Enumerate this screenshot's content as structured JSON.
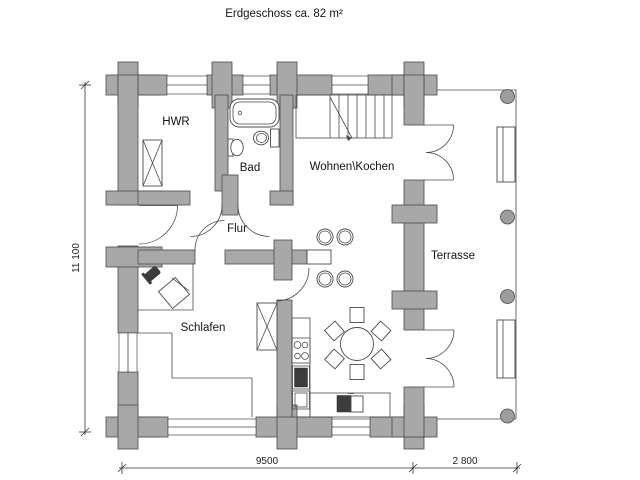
{
  "title": "Erdgeschoss ca. 82 m²",
  "rooms": {
    "hwr": "HWR",
    "bad": "Bad",
    "wohnen_kochen": "Wohnen\\Kochen",
    "flur": "Flur",
    "schlafen": "Schlafen",
    "terrasse": "Terrasse"
  },
  "dimensions": {
    "left_total": "11 100",
    "bottom_main": "9500",
    "bottom_terrace": "2 800"
  },
  "colors": {
    "wall_fill": "#a8a8a8",
    "wall_stroke": "#4a4a4a",
    "appliance_dark": "#3c3c3c",
    "background": "#ffffff",
    "text": "#141414"
  },
  "furniture_icons": [
    "bathtub-icon",
    "toilet-icon",
    "bathroom-sink-icon",
    "tall-cabinet-icon",
    "stairs-icon",
    "entrance-door-icon",
    "room-door-icon",
    "french-door-icon",
    "small-table-icon",
    "ring-chair-icon",
    "desk-icon",
    "desk-chair-icon",
    "bed-icon",
    "wardrobe-icon",
    "stove-icon",
    "oven-icon",
    "kitchen-counter-icon",
    "kitchen-sink-icon",
    "dining-table-icon",
    "dining-chair-icon",
    "terrace-post-icon",
    "planter-icon",
    "window-icon"
  ]
}
